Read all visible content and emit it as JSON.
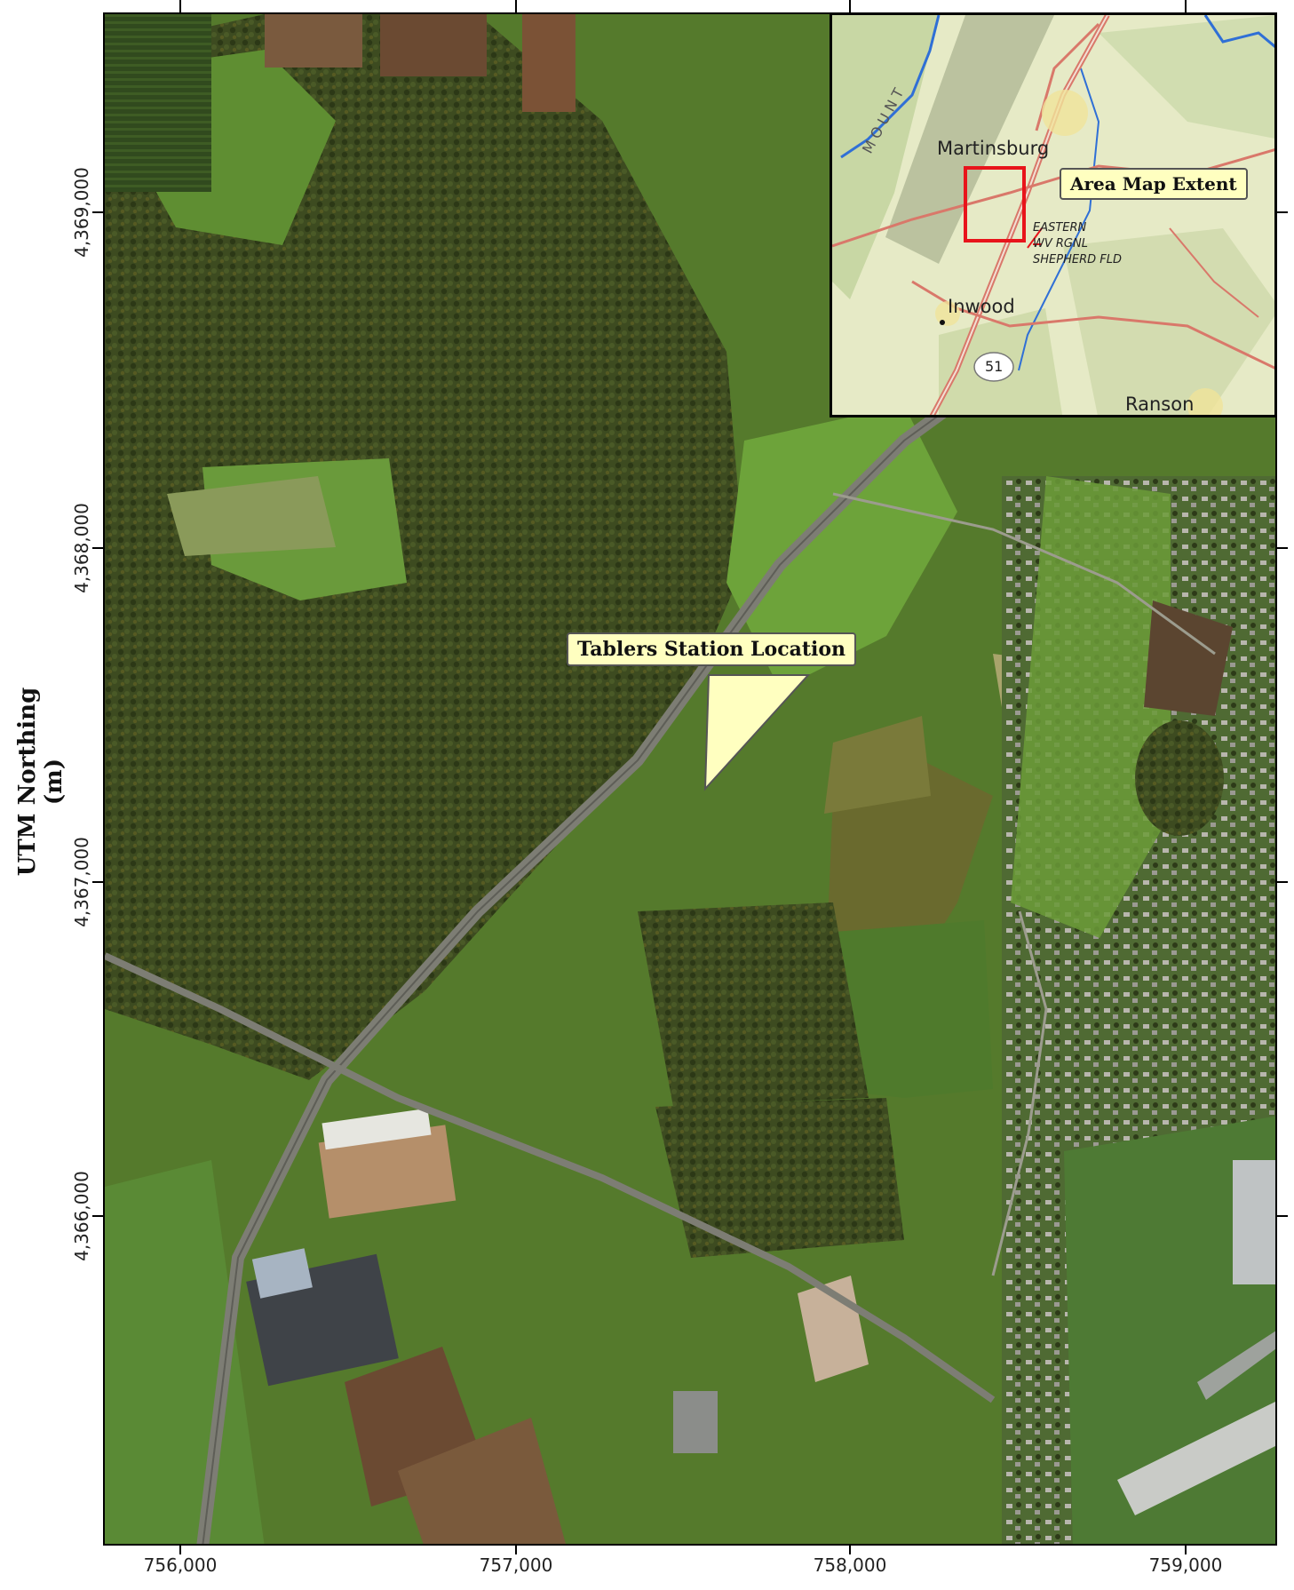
{
  "map": {
    "y_axis_title": "UTM Northing (m)",
    "x_ticks": [
      "756,000",
      "757,000",
      "758,000",
      "759,000"
    ],
    "y_ticks": [
      "4,369,000",
      "4,368,000",
      "4,367,000",
      "4,366,000"
    ],
    "callout_label": "Tablers Station Location"
  },
  "inset": {
    "extent_label": "Area Map Extent",
    "places": {
      "martinsburg": "Martinsburg",
      "inwood": "Inwood",
      "ranson": "Ranson",
      "airport_line1": "EASTERN",
      "airport_line2": "WV RGNL",
      "airport_line3": "SHEPHERD FLD",
      "route_shield": "51",
      "mountain_text": "M O U N T"
    },
    "extent_color": "#e8141b"
  },
  "colors": {
    "forest": "#3b4a1e",
    "field": "#5e8a30",
    "bright_field": "#6da33a",
    "tilled": "#6b4a32",
    "highway": "#7d7d74",
    "callout_fill": "#ffffc0",
    "inset_land": "#e6eac6",
    "inset_road": "#d9786a",
    "inset_river": "#2f6fd6"
  }
}
